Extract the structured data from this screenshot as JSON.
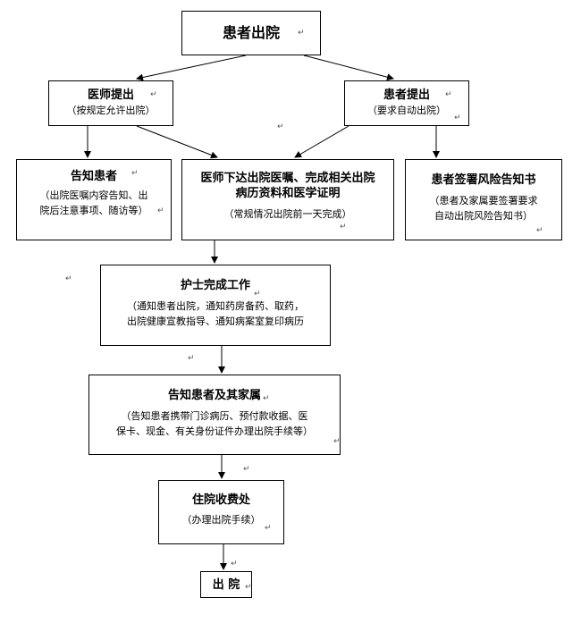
{
  "nodes": {
    "discharge_start": {
      "title": "患者出院"
    },
    "doctor_propose": {
      "title": "医师提出",
      "note": "（按规定允许出院）"
    },
    "patient_propose": {
      "title": "患者提出",
      "note": "（要求自动出院）"
    },
    "inform_patient": {
      "title": "告知患者",
      "note_1": "（出院医嘱内容告知、出",
      "note_2": "院后注意事项、随访等）"
    },
    "doctor_orders": {
      "title_1": "医师下达出院医嘱、完成相关出院",
      "title_2": "病历资料和医学证明",
      "note": "（常规情况出院前一天完成）"
    },
    "risk_notice": {
      "title": "患者签署风险告知书",
      "note_1": "（患者及家属要签署要求",
      "note_2": "自动出院风险告知书）"
    },
    "nurse_work": {
      "title": "护士完成工作",
      "note_1": "（通知患者出院，通知药房备药、取药，",
      "note_2": "出院健康宣教指导、通知病案室复印病历"
    },
    "inform_family": {
      "title": "告知患者及其家属",
      "note_1": "（告知患者携带门诊病历、预付款收据、医",
      "note_2": "保卡、现金、有关身份证件办理出院手续等）"
    },
    "billing": {
      "title": "住院收费处",
      "note": "（办理出院手续）"
    },
    "discharge_end": {
      "title": "出 院"
    }
  },
  "colors": {
    "line": "#000000",
    "background": "#ffffff"
  }
}
